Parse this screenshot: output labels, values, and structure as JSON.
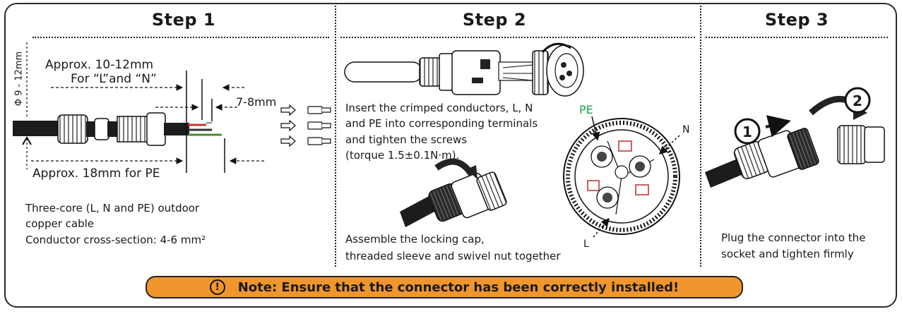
{
  "steps": [
    {
      "title": "Step 1"
    },
    {
      "title": "Step 2"
    },
    {
      "title": "Step 3"
    }
  ],
  "step1": {
    "strip_length": "Approx. 10-12mm",
    "strip_for": "For “L”and “N”",
    "pe_length": "Approx. 18mm for PE",
    "crimp_length": "7-8mm",
    "diameter": "Φ 9 - 12mm",
    "desc_line1": "Three-core (L, N and PE) outdoor",
    "desc_line2": "copper cable",
    "desc_line3": "Conductor cross-section: 4-6 mm²"
  },
  "step2": {
    "insert_line1": "Insert the crimped conductors, L, N",
    "insert_line2": "and PE into corresponding terminals",
    "insert_line3": "and tighten the screws",
    "insert_line4": "(torque 1.5±0.1N·m).",
    "assemble_line1": "Assemble the locking cap,",
    "assemble_line2": "threaded sleeve and swivel nut together",
    "label_pe": "PE",
    "label_n": "N",
    "label_l": "L",
    "pe_color": "#1aa34a"
  },
  "step3": {
    "badge1": "1",
    "badge2": "2",
    "plug_line1": "Plug the connector into the",
    "plug_line2": "socket and tighten firmly"
  },
  "note": {
    "icon": "exclamation-circle-icon",
    "text": "Note: Ensure that the connector has been correctly installed!",
    "bg_color": "#f0962c"
  }
}
